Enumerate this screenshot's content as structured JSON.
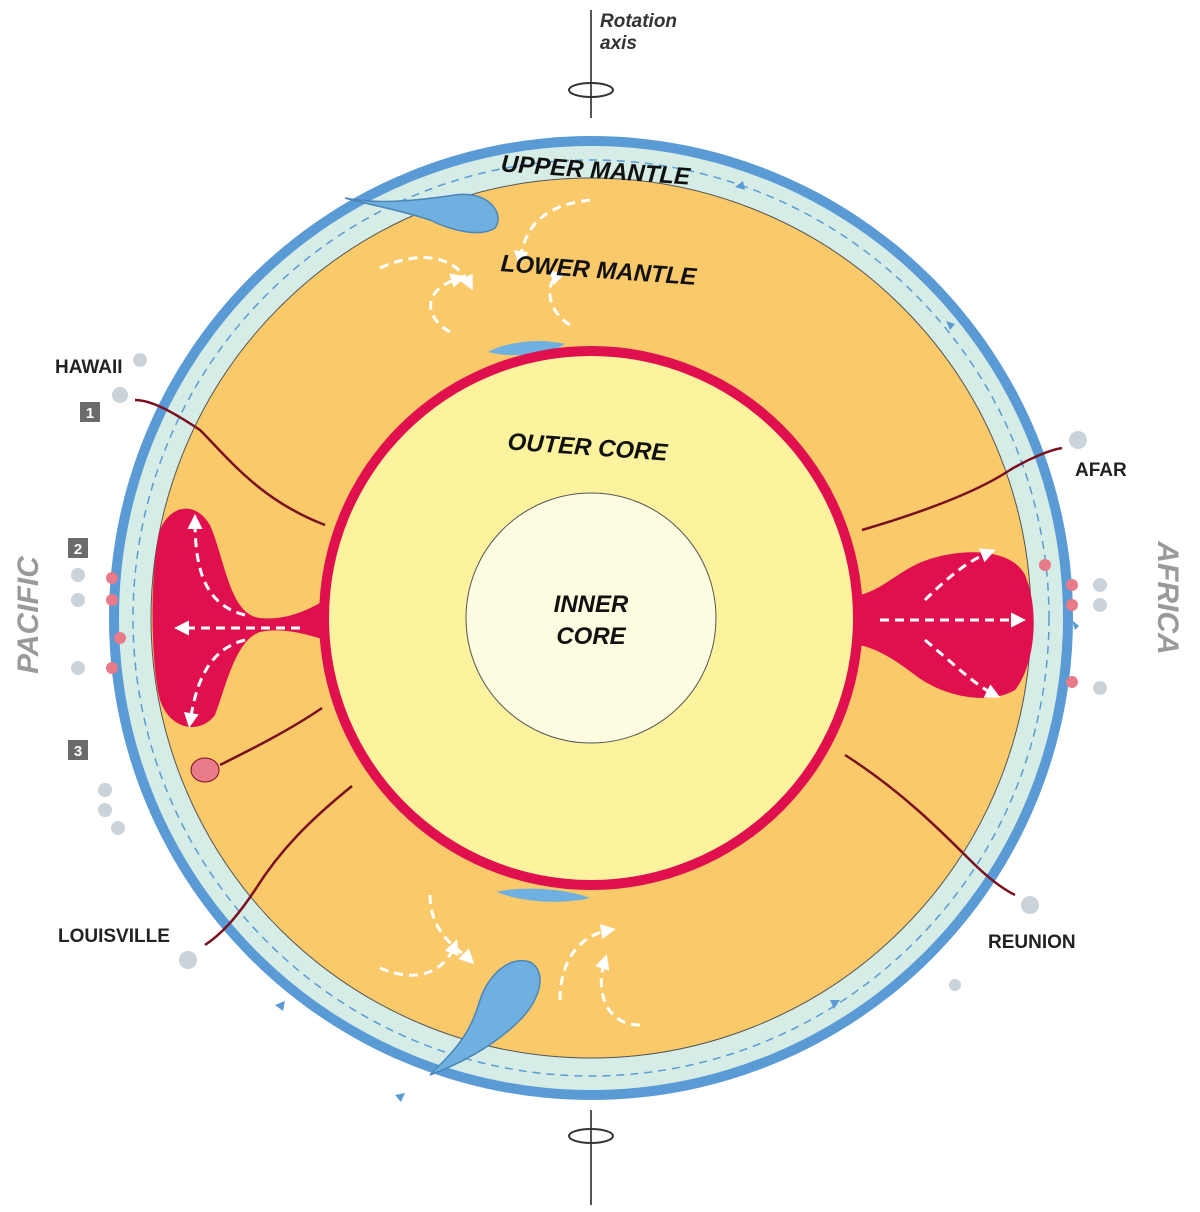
{
  "axis": {
    "line1": "Rotation",
    "line2": "axis"
  },
  "layers": {
    "upper_mantle": "UPPER MANTLE",
    "lower_mantle": "LOWER MANTLE",
    "outer_core": "OUTER CORE",
    "inner_core_line1": "INNER",
    "inner_core_line2": "CORE"
  },
  "sides": {
    "left": "PACIFIC",
    "right": "AFRICA"
  },
  "hotspots": {
    "hawaii": "HAWAII",
    "afar": "AFAR",
    "louisville": "LOUISVILLE",
    "reunion": "REUNION"
  },
  "markers": [
    "1",
    "2",
    "3"
  ],
  "colors": {
    "crust": "#5b9bd5",
    "upper_mantle": "#d6ece6",
    "lower_mantle": "#f9c96a",
    "outer_core": "#fdf39e",
    "inner_core": "#fdfbe0",
    "plume": "#e0104f",
    "slab": "#6fb0e0",
    "flow_arrows": "#ffffff",
    "number_box": "#6b6b6b",
    "side_label": "#9a9a9a"
  }
}
